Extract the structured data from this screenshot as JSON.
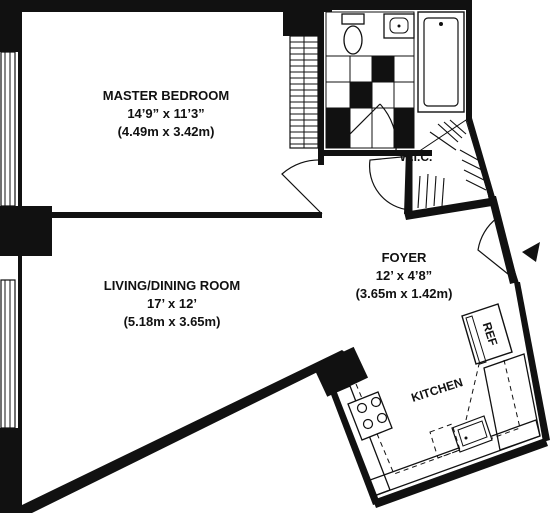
{
  "rooms": {
    "master_bedroom": {
      "name": "MASTER BEDROOM",
      "dim_imperial": "14’9” x 11’3”",
      "dim_metric": "(4.49m x 3.42m)"
    },
    "living_dining": {
      "name": "LIVING/DINING ROOM",
      "dim_imperial": "17’ x 12’",
      "dim_metric": "(5.18m x 3.65m)"
    },
    "foyer": {
      "name": "FOYER",
      "dim_imperial": "12’ x 4’8”",
      "dim_metric": "(3.65m x 1.42m)"
    },
    "wic": {
      "name": "W.I.C."
    },
    "kitchen": {
      "name": "KITCHEN"
    },
    "ref": {
      "name": "REF"
    }
  },
  "icons": [
    "entry-arrow-icon",
    "door-swing-icon",
    "toilet-icon",
    "sink-icon",
    "bathtub-icon",
    "stove-icon",
    "refrigerator-icon"
  ]
}
